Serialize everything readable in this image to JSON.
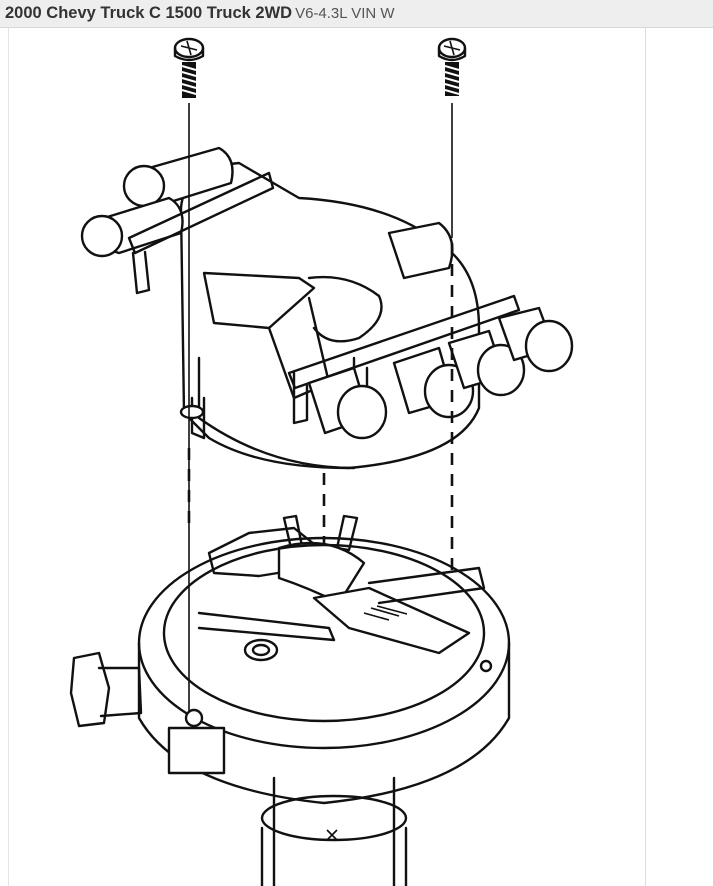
{
  "header": {
    "title": "2000 Chevy Truck C 1500 Truck 2WD",
    "engine": "V6-4.3L VIN W"
  },
  "diagram": {
    "icon": "distributor-cap-exploded-view",
    "background": "#ffffff",
    "line_color": "#111111"
  }
}
